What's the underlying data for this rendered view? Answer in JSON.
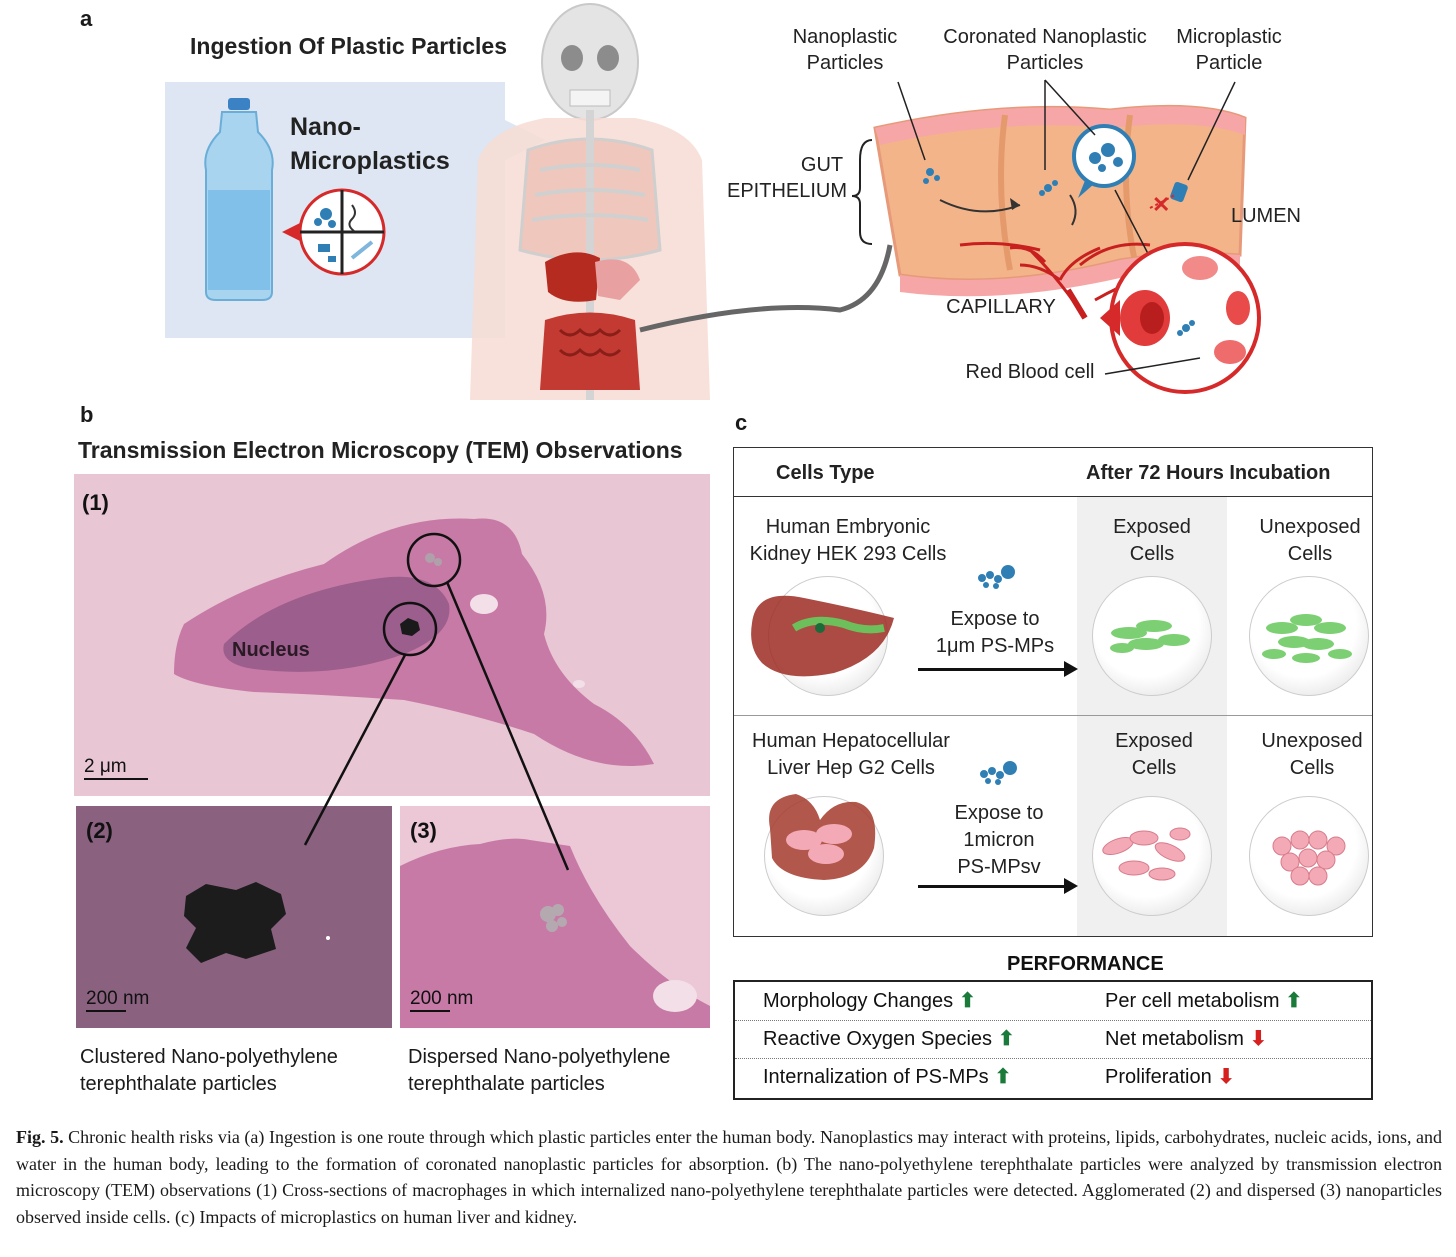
{
  "panel_a": {
    "letter": "a",
    "title": "Ingestion Of Plastic Particles",
    "bottle_label_line1": "Nano-",
    "bottle_label_line2": "Microplastics",
    "nanoplastic_line1": "Nanoplastic",
    "nanoplastic_line2": "Particles",
    "coronated_line1": "Coronated Nanoplastic",
    "coronated_line2": "Particles",
    "microplastic_line1": "Microplastic",
    "microplastic_line2": "Particle",
    "gut_line1": "GUT",
    "gut_line2": "EPITHELIUM",
    "lumen": "LUMEN",
    "capillary": "CAPILLARY",
    "rbc": "Red Blood cell"
  },
  "panel_b": {
    "letter": "b",
    "title": "Transmission Electron Microscopy (TEM) Observations",
    "sub1": "(1)",
    "sub2": "(2)",
    "sub3": "(3)",
    "nucleus": "Nucleus",
    "scale1": "2 μm",
    "scale2": "200 nm",
    "scale3": "200 nm",
    "caption2_line1": "Clustered Nano-polyethylene",
    "caption2_line2": "terephthalate particles",
    "caption3_line1": "Dispersed Nano-polyethylene",
    "caption3_line2": "terephthalate particles"
  },
  "panel_c": {
    "letter": "c",
    "col_header_cells": "Cells Type",
    "col_header_after": "After 72 Hours Incubation",
    "row1_cell_line1": "Human Embryonic",
    "row1_cell_line2": "Kidney HEK 293 Cells",
    "row1_expose_line1": "Expose to",
    "row1_expose_line2": "1μm PS-MPs",
    "row2_cell_line1": "Human Hepatocellular",
    "row2_cell_line2": "Liver Hep G2 Cells",
    "row2_expose_line1": "Expose to",
    "row2_expose_line2": "1micron",
    "row2_expose_line3": "PS-MPsv",
    "exposed_line1": "Exposed",
    "exposed_line2": "Cells",
    "unexposed_line1": "Unexposed",
    "unexposed_line2": "Cells"
  },
  "performance": {
    "title": "PERFORMANCE",
    "rows": [
      {
        "left": "Morphology Changes",
        "left_trend": "up",
        "right": "Per cell metabolism",
        "right_trend": "up"
      },
      {
        "left": "Reactive Oxygen Species",
        "left_trend": "up",
        "right": "Net metabolism",
        "right_trend": "down"
      },
      {
        "left": "Internalization of PS-MPs",
        "left_trend": "up",
        "right": "Proliferation",
        "right_trend": "down"
      }
    ],
    "up_glyph": "⬆",
    "down_glyph": "⬇"
  },
  "caption": {
    "label": "Fig. 5.",
    "text": "Chronic health risks via (a) Ingestion is one route through which plastic particles enter the human body. Nanoplastics may interact with proteins, lipids, carbohydrates, nucleic acids, ions, and water in the human body, leading to the formation of coronated nanoplastic particles for absorption. (b) The nano-polyethylene terephthalate particles were analyzed by transmission electron microscopy (TEM) observations (1) Cross-sections of macrophages in which internalized nano-polyethylene terephthalate particles were detected. Agglomerated (2) and dispersed (3) nanoparticles observed inside cells. (c) Impacts of microplastics on human liver and kidney."
  },
  "colors": {
    "pink_bg": "#e9c6d3",
    "cell_pink": "#c77aa6",
    "nucleus": "#9c5e8c",
    "red": "#d62a2a",
    "up_green": "#1a7a3a",
    "down_red": "#d61f1f"
  }
}
